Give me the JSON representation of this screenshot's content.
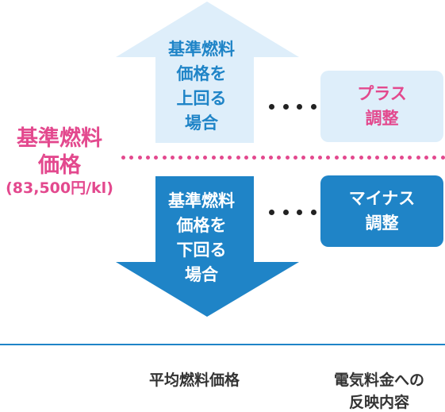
{
  "reference": {
    "title_line1": "基準燃料",
    "title_line2": "価格",
    "subtitle": "(83,500円/kl)"
  },
  "upper_arrow": {
    "line1": "基準燃料",
    "line2": "価格を",
    "line3": "上回る",
    "line4": "場合",
    "fill": "#deeefa",
    "text_color": "#1f84c7"
  },
  "lower_arrow": {
    "line1": "基準燃料",
    "line2": "価格を",
    "line3": "下回る",
    "line4": "場合",
    "fill": "#1f84c7",
    "text_color": "#ffffff"
  },
  "plus_box": {
    "line1": "プラス",
    "line2": "調整"
  },
  "minus_box": {
    "line1": "マイナス",
    "line2": "調整"
  },
  "axis": {
    "left_label": "平均燃料価格",
    "right_line1": "電気料金への",
    "right_line2": "反映内容"
  },
  "colors": {
    "accent_pink": "#e3498e",
    "accent_blue": "#1f84c7",
    "light_blue": "#deeefa"
  }
}
